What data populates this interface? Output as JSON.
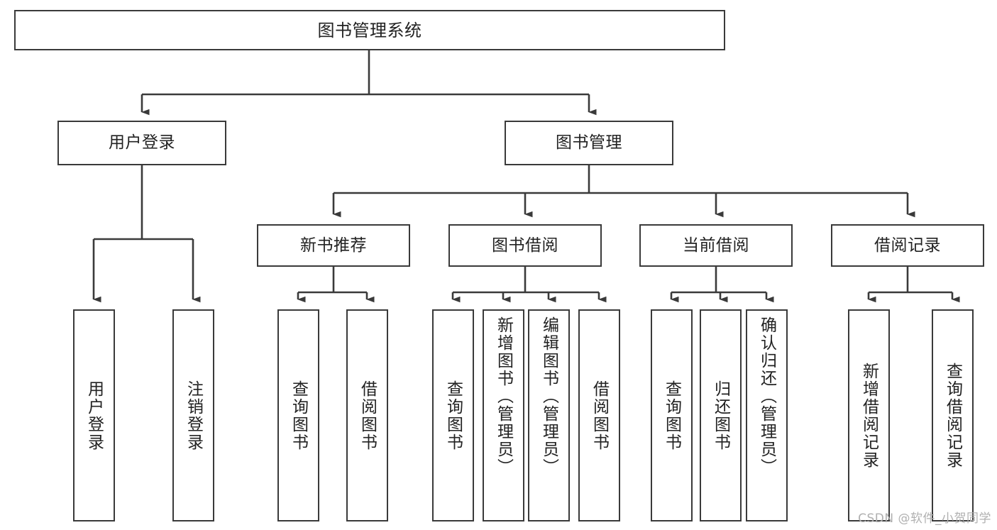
{
  "diagram": {
    "title": "图书管理系统",
    "type": "tree-hierarchy",
    "stroke_color": "#3a3a3a",
    "text_color": "#222222",
    "background": "#ffffff",
    "watermark": "CSDN @软件_小贺同学"
  },
  "nodes": {
    "root": {
      "label": "图书管理系统"
    },
    "level2": [
      {
        "label": "用户登录"
      },
      {
        "label": "图书管理"
      }
    ],
    "level3": [
      {
        "label": "新书推荐"
      },
      {
        "label": "图书借阅"
      },
      {
        "label": "当前借阅"
      },
      {
        "label": "借阅记录"
      }
    ],
    "leaves": [
      {
        "label": "用户登录",
        "parent": "用户登录"
      },
      {
        "label": "注销登录",
        "parent": "用户登录"
      },
      {
        "label": "查询图书",
        "parent": "新书推荐"
      },
      {
        "label": "借阅图书",
        "parent": "新书推荐"
      },
      {
        "label": "查询图书",
        "parent": "图书借阅"
      },
      {
        "label": "新增图书（管理员）",
        "parent": "图书借阅"
      },
      {
        "label": "编辑图书（管理员）",
        "parent": "图书借阅"
      },
      {
        "label": "借阅图书",
        "parent": "图书借阅"
      },
      {
        "label": "查询图书",
        "parent": "当前借阅"
      },
      {
        "label": "归还图书",
        "parent": "当前借阅"
      },
      {
        "label": "确认归还（管理员）",
        "parent": "当前借阅"
      },
      {
        "label": "新增借阅记录",
        "parent": "借阅记录"
      },
      {
        "label": "查询借阅记录",
        "parent": "借阅记录"
      }
    ]
  }
}
